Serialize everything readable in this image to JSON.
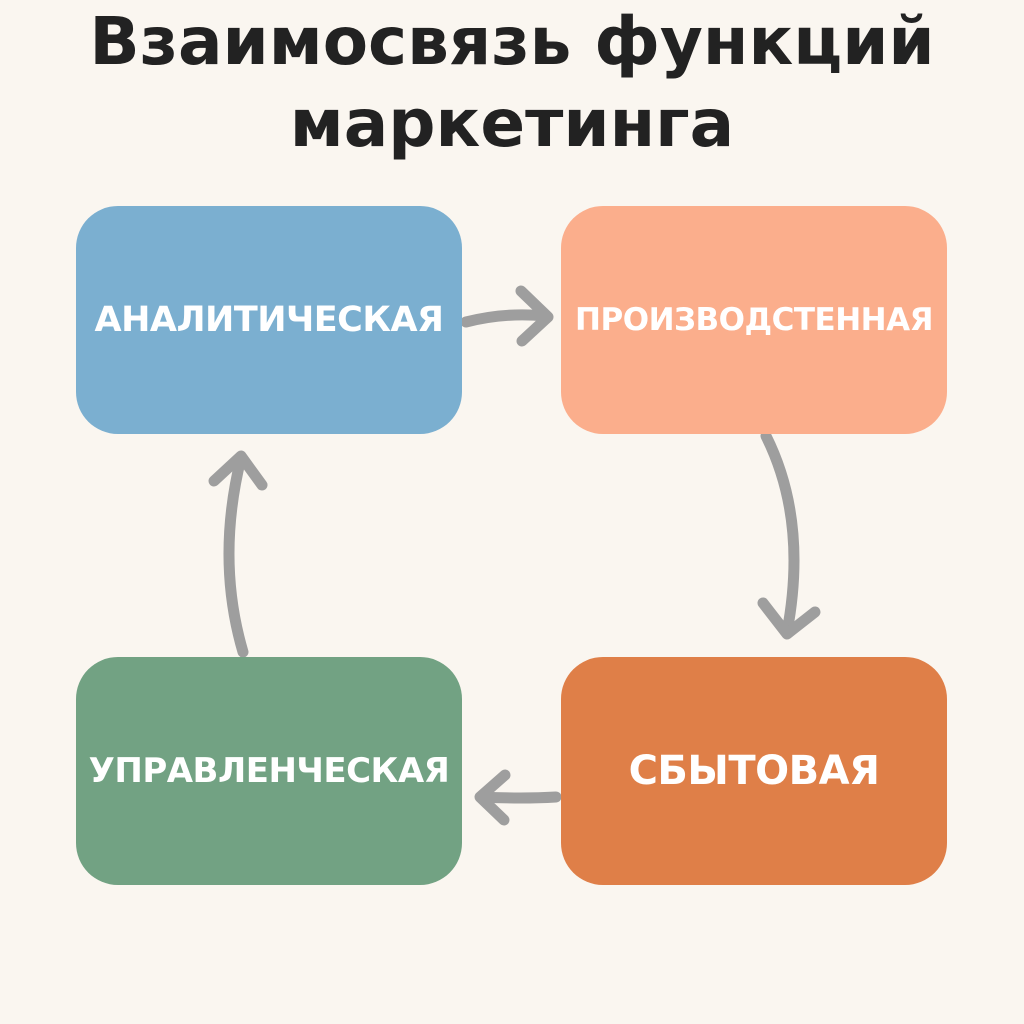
{
  "title": {
    "line1": "Взаимосвязь функций",
    "line2": "маркетинга"
  },
  "nodes": [
    {
      "id": "analytic",
      "label": "АНАЛИТИЧЕСКАЯ",
      "color": "#7bafd0"
    },
    {
      "id": "production",
      "label": "ПРОИЗВОДСТЕННАЯ",
      "color": "#fbae8c"
    },
    {
      "id": "sales",
      "label": "СБЫТОВАЯ",
      "color": "#df7f48"
    },
    {
      "id": "management",
      "label": "УПРАВЛЕНЧЕСКАЯ",
      "color": "#72a283"
    }
  ],
  "arrow_color": "#9e9e9e",
  "flow": [
    "analytic",
    "production",
    "sales",
    "management",
    "analytic"
  ]
}
